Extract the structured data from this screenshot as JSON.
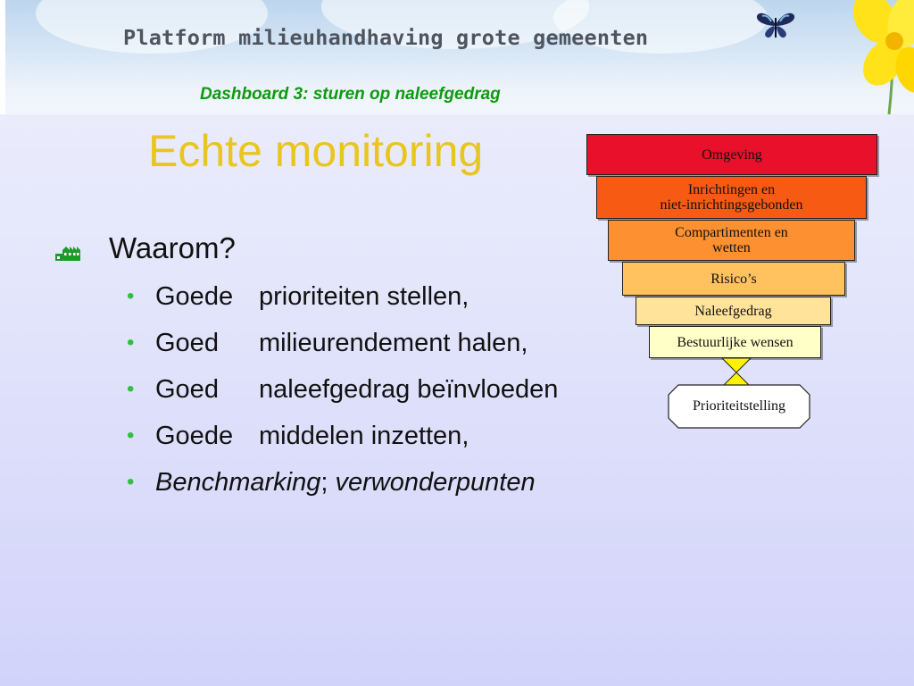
{
  "header": {
    "banner_title": "Platform milieuhandhaving grote gemeenten",
    "subtitle": "Dashboard 3: sturen op naleefgedrag"
  },
  "slide": {
    "title": "Echte monitoring",
    "main_bullet": "Waarom?",
    "sub_bullets": [
      {
        "first": "Goede",
        "rest": "prioriteiten stellen,"
      },
      {
        "first": "Goed",
        "rest": "milieurendement halen,"
      },
      {
        "first": "Goed",
        "rest": "naleefgedrag beïnvloeden"
      },
      {
        "first": "Goede",
        "rest": "middelen inzetten,"
      }
    ],
    "last_bullet": {
      "part1": "Benchmarking",
      "sep": ";",
      "part2": "verwonderpunten"
    }
  },
  "funnel": {
    "levels": [
      {
        "lines": [
          "Omgeving"
        ],
        "color": "#e8102a"
      },
      {
        "lines": [
          "Inrichtingen en",
          "niet-inrichtingsgebonden"
        ],
        "color": "#f75a12"
      },
      {
        "lines": [
          "Compartimenten en",
          "wetten"
        ],
        "color": "#fd9030"
      },
      {
        "lines": [
          "Risico’s"
        ],
        "color": "#ffc25e"
      },
      {
        "lines": [
          "Naleefgedrag"
        ],
        "color": "#ffe39a"
      },
      {
        "lines": [
          "Bestuurlijke wensen"
        ],
        "color": "#ffffc8"
      }
    ],
    "connector_color": "#fff200",
    "result": "Prioriteitstelling"
  },
  "colors": {
    "title": "#e8c51f",
    "subtitle": "#0d9a10",
    "bullet_green": "#30c040"
  },
  "icons": {
    "main_bullet": "building-icon",
    "header_decoration_1": "butterfly-icon",
    "header_decoration_2": "flower-icon"
  }
}
